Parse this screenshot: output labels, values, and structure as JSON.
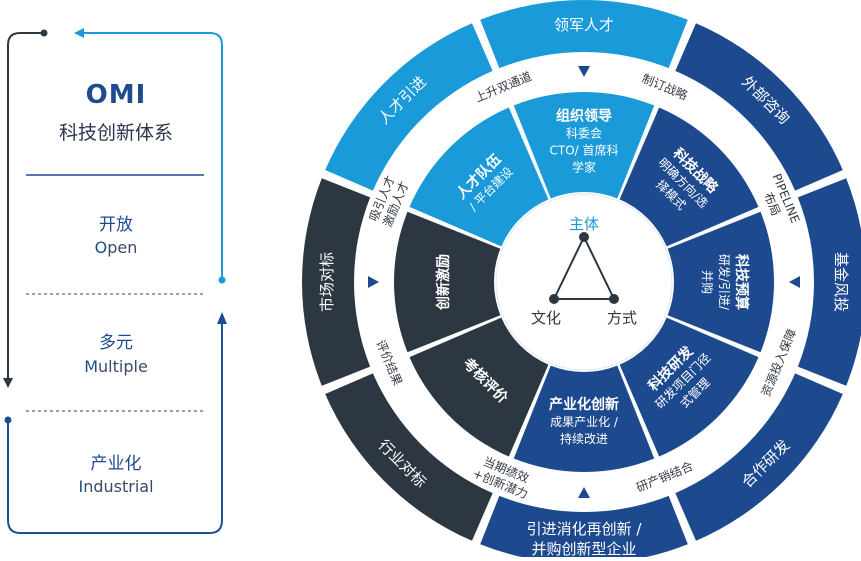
{
  "left_panel": {
    "title": "OMI",
    "subtitle": "科技创新体系",
    "items": [
      {
        "cn": "开放",
        "en_first": "O",
        "en_rest": "pen"
      },
      {
        "cn": "多元",
        "en_first": "M",
        "en_rest": "ultiple"
      },
      {
        "cn": "产业化",
        "en_first": "I",
        "en_rest": "ndustrial"
      }
    ]
  },
  "colors": {
    "light_blue": "#1a9ad8",
    "navy": "#1d4a8e",
    "dark": "#2d3742",
    "arrow_blue": "#1a9ad8"
  },
  "outer_ring": [
    {
      "label": "领军人才",
      "color": "light"
    },
    {
      "label": "外部咨询",
      "color": "navy"
    },
    {
      "label": "基金风投",
      "color": "navy"
    },
    {
      "label": "合作研发",
      "color": "navy"
    },
    {
      "label": "引进消化再创新 /",
      "label2": "并购创新型企业",
      "color": "navy"
    },
    {
      "label": "行业对标",
      "color": "dark"
    },
    {
      "label": "市场对标",
      "color": "dark"
    },
    {
      "label": "人才引进",
      "color": "light"
    }
  ],
  "middle_ring": [
    {
      "label": "上升双通道"
    },
    {
      "label": "制订战略"
    },
    {
      "label": "PIPELINE",
      "label2": "布局"
    },
    {
      "label": "资源投入保障"
    },
    {
      "label": "研产销结合"
    },
    {
      "label": "当期绩效",
      "label2": "+创新潜力"
    },
    {
      "label": "评价结果"
    },
    {
      "label": "吸引人才",
      "label2": "激励人才"
    }
  ],
  "inner_ring": [
    {
      "label": "组织领导",
      "sub": [
        "科委会",
        "CTO/ 首席科",
        "学家"
      ],
      "color": "light"
    },
    {
      "label": "科技战略",
      "sub": [
        "明确方向/选",
        "择模式"
      ],
      "color": "navy"
    },
    {
      "label": "科技预算",
      "sub": [
        "研发/引进/",
        "并购"
      ],
      "color": "navy"
    },
    {
      "label": "科技研发",
      "sub": [
        "研发项目门径",
        "式管理"
      ],
      "color": "navy"
    },
    {
      "label": "产业化创新",
      "sub": [
        "成果产业化 /",
        "持续改进"
      ],
      "color": "navy"
    },
    {
      "label": "考核评价",
      "sub": [],
      "color": "dark"
    },
    {
      "label": "创新激励",
      "sub": [],
      "color": "dark"
    },
    {
      "label": "人才队伍",
      "sub": [
        "/ 平台建设"
      ],
      "color": "light"
    }
  ],
  "center": {
    "top": "主体",
    "left": "文化",
    "right": "方式"
  }
}
